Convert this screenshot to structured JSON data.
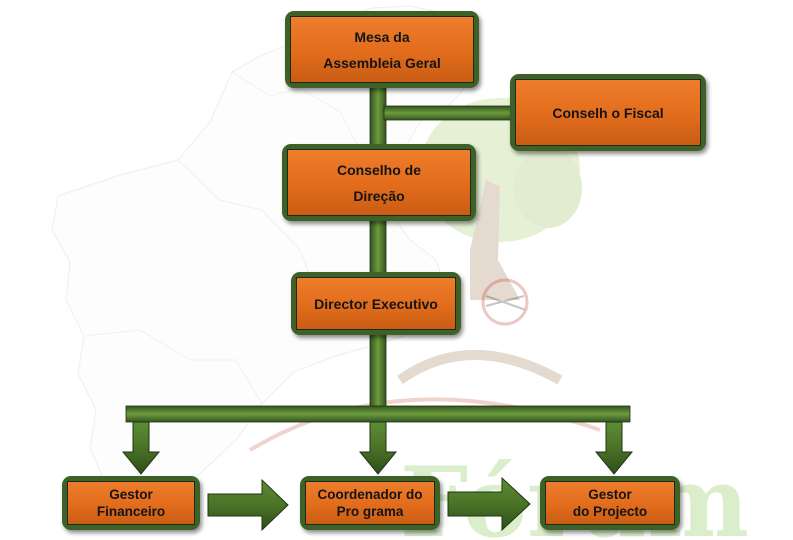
{
  "colors": {
    "box_fill": "#e26c1c",
    "box_frame": "#3d6126",
    "connector": "#4f7a2e",
    "text": "#141414"
  },
  "nodes": {
    "assembleia": "Mesa da\nAssembleia Geral",
    "fiscal": "Conselh  o Fiscal",
    "direcao": "Conselho de\nDireção",
    "director": "Director Executivo",
    "financeiro": "Gestor\nFinanceiro",
    "coordenador": "Coordenador  do\nPro grama",
    "projecto": "Gestor\ndo Projecto"
  },
  "watermark_text": "Fórum"
}
